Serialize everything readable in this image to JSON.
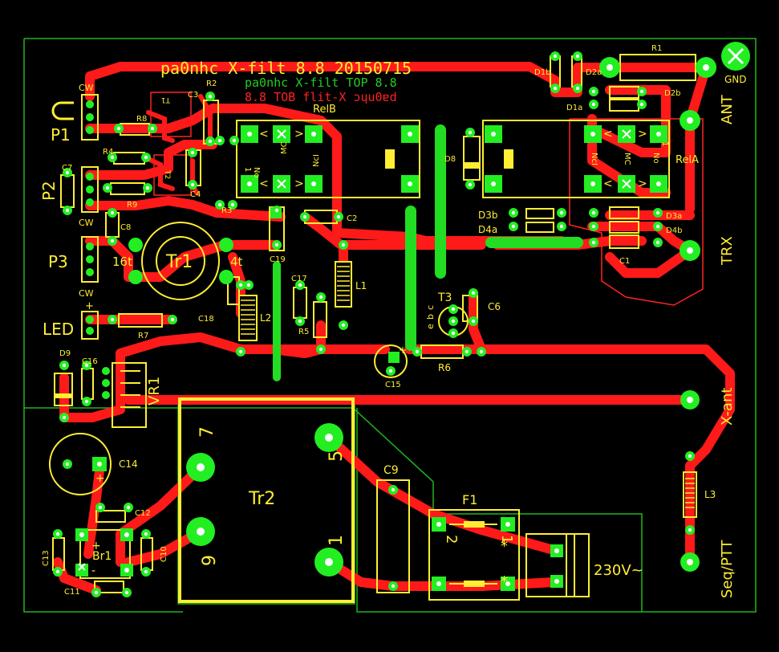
{
  "colors": {
    "background": "#000000",
    "board_outline": "#1fb51f",
    "trace": "#ff1a1a",
    "top_trace": "#22dd22",
    "silkscreen": "#ffee33",
    "pad_green": "#22ee22",
    "pad_white": "#ffffff",
    "title_yellow": "#ffee33",
    "title_green": "#22cc22",
    "title_red": "#ff2222"
  },
  "titles": {
    "main": "pa0nhc X-filt 8.8 20150715",
    "top": "pa0nhc X-filt TOP 8.8",
    "bottom": "8.8 TOB flit-X ɔɥu0ɐd"
  },
  "connectors": {
    "p1": "P1",
    "p2": "P2",
    "p3": "P3",
    "led": "LED",
    "cw1": "CW",
    "cw2": "CW",
    "cw3": "CW",
    "plus_led": "+",
    "ant": "ANT",
    "trx": "TRX",
    "gnd": "GND",
    "x_ant": "X-ant",
    "seq_ptt": "Seq/PTT",
    "mains": "230V~"
  },
  "components": {
    "r1": "R1",
    "r2": "R2",
    "r3": "R3",
    "r4": "R4",
    "r5": "R5",
    "r6": "R6",
    "r7": "R7",
    "r8": "R8",
    "r9": "R9",
    "c1": "C1",
    "c2": "C2",
    "c3": "C3",
    "c4": "C4",
    "c6": "C6",
    "c7": "C7",
    "c8": "C8",
    "c9": "C9",
    "c10": "C10",
    "c11": "C11",
    "c12": "C12",
    "c13": "C13",
    "c14": "C14",
    "c15": "C15",
    "c16": "C16",
    "c17": "C17",
    "c18": "C18",
    "c19": "C19",
    "d1a": "D1a",
    "d1b": "D1b",
    "d2a": "D2a",
    "d2b": "D2b",
    "d3a": "D3a",
    "d3b": "D3b",
    "d4a": "D4a",
    "d4b": "D4b",
    "d8": "D8",
    "d9": "D9",
    "l1": "L1",
    "l2": "L2",
    "l3": "L3",
    "t1": "T1",
    "t2": "T2",
    "t3": "T3",
    "tr1": "Tr1",
    "tr2": "Tr2",
    "tr1_primary": "16t",
    "tr1_secondary": "4t",
    "tr2_pin7": "7",
    "tr2_pin9": "9",
    "tr2_pin5": "5",
    "tr2_pin1": "1",
    "vr1": "VR1",
    "br1": "Br1",
    "f1": "F1",
    "f1_pin2": "2",
    "f1_pin1": "1",
    "star": "*",
    "rela": "RelA",
    "relb": "RelB",
    "rel_no": "No",
    "rel_mc": "MC",
    "rel_nc": "NcI",
    "rel_1": "1",
    "t3_e": "e",
    "t3_b": "b",
    "t3_c": "c",
    "br_plus": "+",
    "br_minus": "-",
    "plus": "+"
  }
}
